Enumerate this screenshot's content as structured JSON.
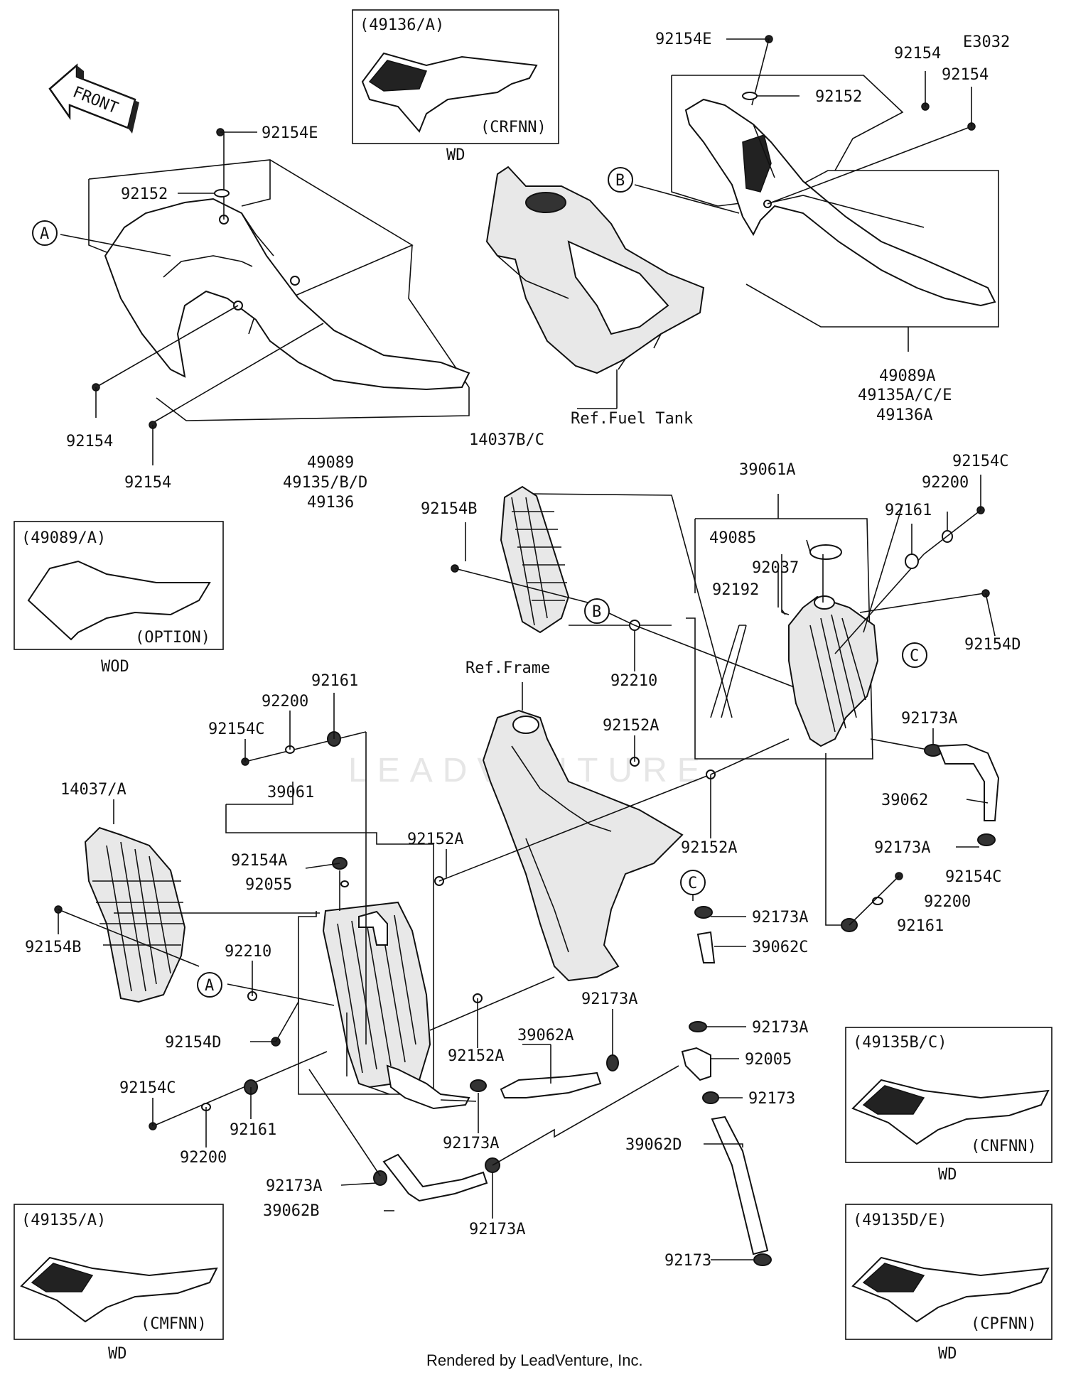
{
  "diagram_code": "E3032",
  "front_arrow_text": "FRONT",
  "watermark": "LEADVENTURE",
  "footer": "Rendered by LeadVenture, Inc.",
  "insets": [
    {
      "ref": "(49136/A)",
      "code": "(CRFNN)",
      "caption": "WD"
    },
    {
      "ref": "(49089/A)",
      "code": "(OPTION)",
      "caption": "WOD"
    },
    {
      "ref": "(49135B/C)",
      "code": "(CNFNN)",
      "caption": "WD"
    },
    {
      "ref": "(49135/A)",
      "code": "(CMFNN)",
      "caption": "WD"
    },
    {
      "ref": "(49135D/E)",
      "code": "(CPFNN)",
      "caption": "WD"
    }
  ],
  "callouts": [
    "A",
    "B",
    "B",
    "C",
    "A",
    "C"
  ],
  "labels": {
    "l1": "92154E",
    "l2": "92152",
    "l3": "92154",
    "l4": "92154",
    "l5": "92154E",
    "l6": "92152",
    "l7": "92154",
    "l8": "92154",
    "l9": "49089",
    "l10": "49135/B/D",
    "l11": "49136",
    "l12": "49089A",
    "l13": "49135A/C/E",
    "l14": "49136A",
    "l15": "Ref.Fuel Tank",
    "l16": "14037B/C",
    "l17": "92154B",
    "l18": "Ref.Frame",
    "l19": "92210",
    "l20": "39061A",
    "l21": "49085",
    "l22": "92037",
    "l23": "92192",
    "l24": "92154C",
    "l25": "92200",
    "l26": "92161",
    "l27": "92154D",
    "l28": "92173A",
    "l29": "39062",
    "l30": "92173A",
    "l31": "92154C",
    "l32": "92200",
    "l33": "92161",
    "l34": "92152A",
    "l35": "92152A",
    "l36": "92161",
    "l37": "92200",
    "l38": "92154C",
    "l39": "39061",
    "l40": "14037/A",
    "l41": "92154A",
    "l42": "92055",
    "l43": "92152A",
    "l44": "92154B",
    "l45": "92210",
    "l46": "92154D",
    "l47": "92154C",
    "l48": "92200",
    "l49": "92161",
    "l50": "92152A",
    "l51": "39062A",
    "l52": "92173A",
    "l53": "92173A",
    "l54": "92173A",
    "l55": "39062B",
    "l56": "92173A",
    "l57": "92173A",
    "l58": "39062C",
    "l59": "92173A",
    "l60": "92005",
    "l61": "92173",
    "l62": "39062D",
    "l63": "92173"
  }
}
